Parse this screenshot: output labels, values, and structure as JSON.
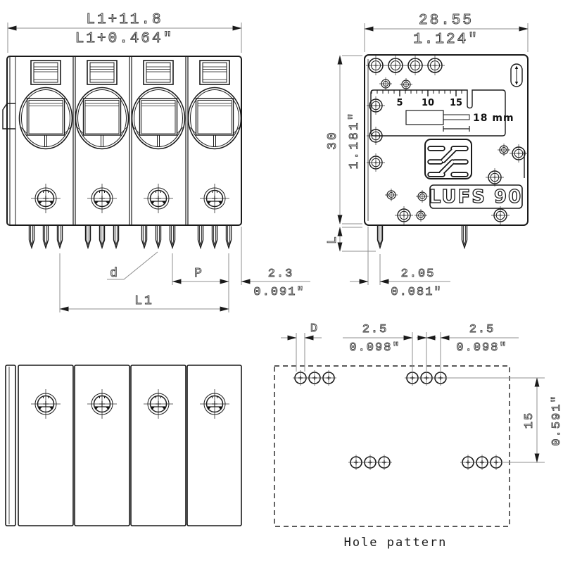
{
  "colors": {
    "line": "#1a1a1a",
    "dim_line": "#8f8f8f",
    "dim_text": "#3f3f3f",
    "background": "#ffffff"
  },
  "front_view": {
    "dim_overall_mm": "L1+11.8",
    "dim_overall_in": "L1+0.464\"",
    "label_pin_dia": "d",
    "label_pitch": "P",
    "dim_edge_mm": "2.3",
    "dim_edge_in": "0.091\"",
    "label_span": "L1"
  },
  "side_view": {
    "dim_width_mm": "28.55",
    "dim_width_in": "1.124\"",
    "dim_height_mm": "30",
    "dim_height_in": "1.181\"",
    "label_pin_len": "L",
    "dim_pin_offset_mm": "2.05",
    "dim_pin_offset_in": "0.081\"",
    "ruler_ticks": [
      "5",
      "10",
      "15"
    ],
    "strip_gauge_label": "18 mm",
    "product_name": "LUFS 90",
    "logo_icon": "weidmueller-logo"
  },
  "hole_pattern": {
    "title": "Hole pattern",
    "label_hole_dia": "D",
    "pitch1_mm": "2.5",
    "pitch1_in": "0.098\"",
    "pitch2_mm": "2.5",
    "pitch2_in": "0.098\"",
    "row_gap_mm": "15",
    "row_gap_in": "0.591\""
  }
}
